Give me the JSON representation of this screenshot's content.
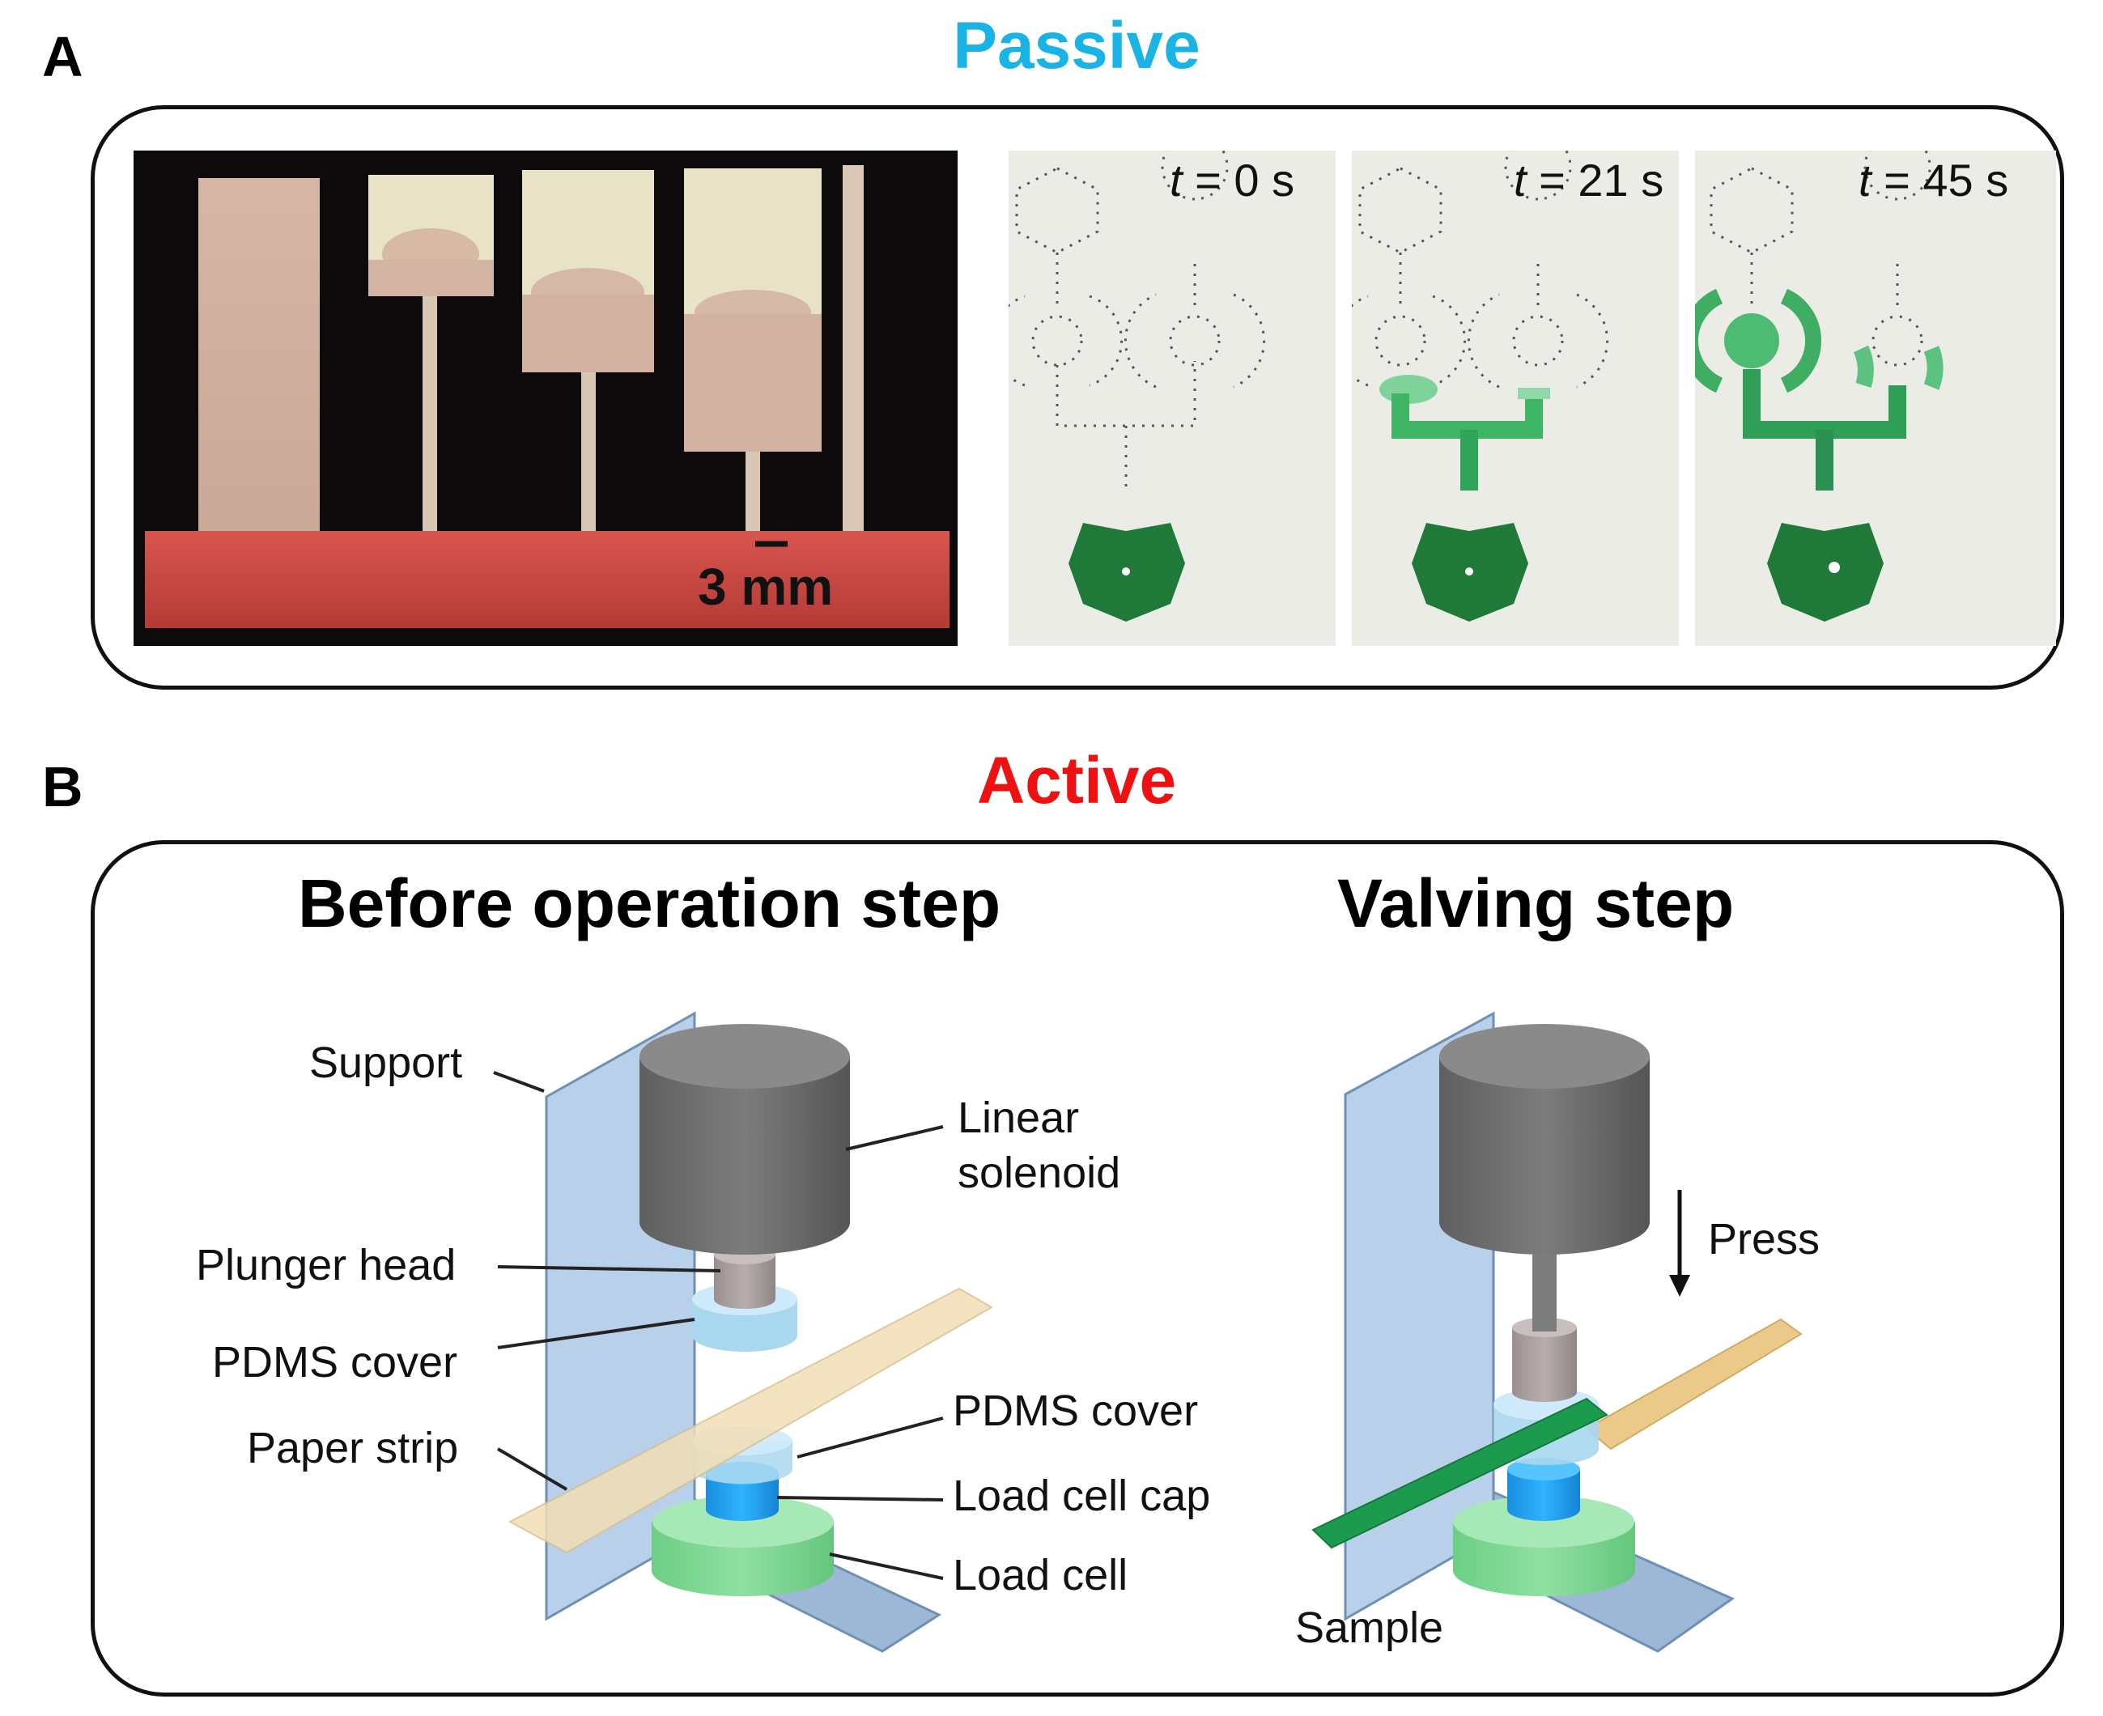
{
  "panel_a": {
    "letter": "A",
    "title": "Passive",
    "title_color": "#1ab3e6",
    "scale_bar": "3 mm",
    "frames": [
      {
        "time_italic": "t",
        "time_rest": " = 0 s"
      },
      {
        "time_italic": "t",
        "time_rest": " = 21 s"
      },
      {
        "time_italic": "t",
        "time_rest": " = 45 s"
      }
    ]
  },
  "panel_b": {
    "letter": "B",
    "title": "Active",
    "title_color": "#ee1111",
    "left_title": "Before operation step",
    "right_title": "Valving step",
    "labels": {
      "support": "Support",
      "linear_solenoid_1": "Linear",
      "linear_solenoid_2": "solenoid",
      "plunger_head": "Plunger head",
      "pdms_cover_top": "PDMS cover",
      "paper_strip": "Paper strip",
      "pdms_cover_bottom": "PDMS cover",
      "load_cell_cap": "Load cell cap",
      "load_cell": "Load cell",
      "press": "Press",
      "sample": "Sample"
    }
  }
}
